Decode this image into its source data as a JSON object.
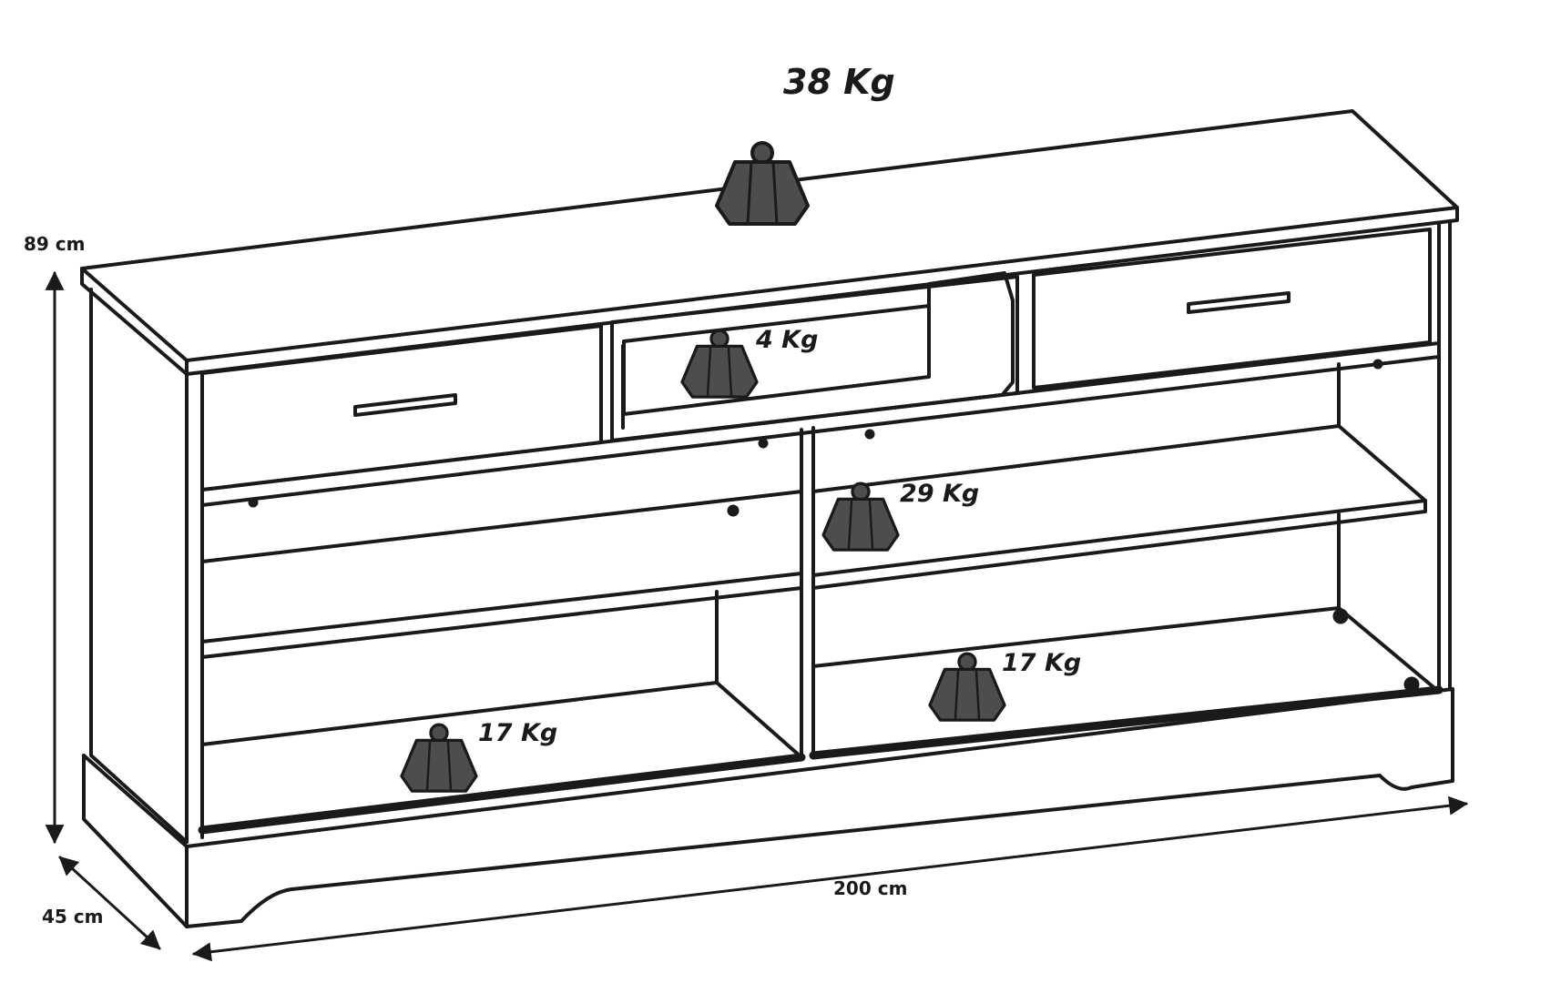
{
  "weights": {
    "top": "38 Kg",
    "drawer": "4 Kg",
    "shelf": "29 Kg",
    "bottom_right": "17 Kg",
    "bottom_left": "17 Kg"
  },
  "dimensions": {
    "height": "89 cm",
    "depth": "45 cm",
    "width": "200 cm"
  },
  "colors": {
    "line": "#1a1a1a",
    "weight_fill": "#4d4d4d",
    "background": "#ffffff"
  },
  "icons": [
    "weight-icon",
    "drawer-handle-icon",
    "dimension-arrow"
  ]
}
